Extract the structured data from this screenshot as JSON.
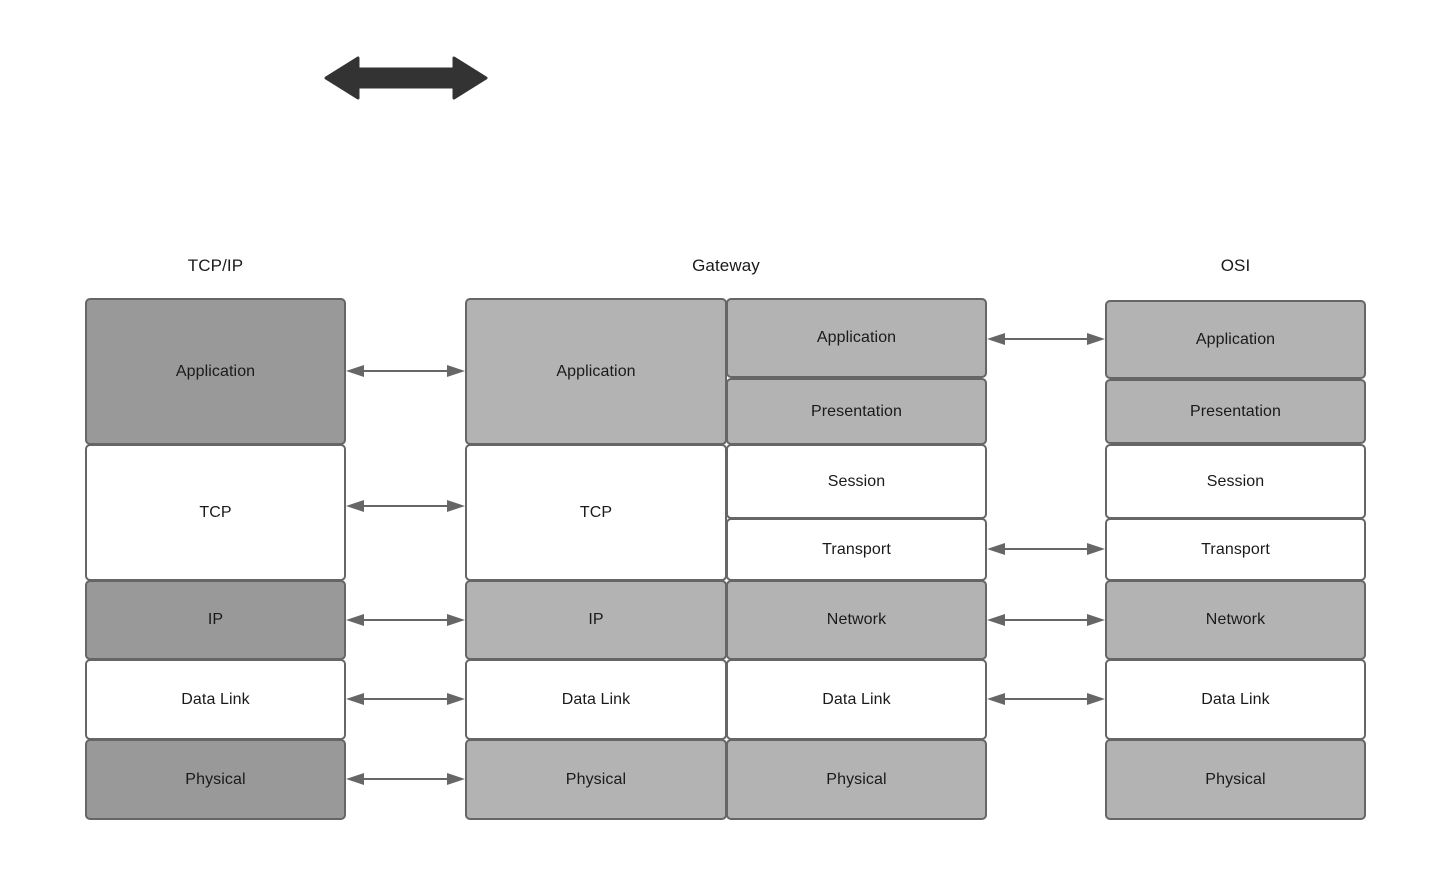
{
  "diagram": {
    "title_top_arrow": "bidirectional-arrow",
    "colors": {
      "dark_gray": "#999999",
      "mid_gray": "#b3b3b3",
      "white": "#ffffff",
      "border": "#666666",
      "arrow_big": "#333333",
      "arrow_thin": "#666666",
      "text": "#1a1a1a"
    },
    "columns": [
      {
        "id": "tcpip",
        "title": "TCP/IP",
        "layers": [
          {
            "label": "Application",
            "fill": "dark"
          },
          {
            "label": "TCP",
            "fill": "white"
          },
          {
            "label": "IP",
            "fill": "dark"
          },
          {
            "label": "Data Link",
            "fill": "white"
          },
          {
            "label": "Physical",
            "fill": "dark"
          }
        ]
      },
      {
        "id": "gateway",
        "title": "Gateway",
        "left_layers": [
          {
            "label": "Application",
            "fill": "mid"
          },
          {
            "label": "TCP",
            "fill": "white"
          },
          {
            "label": "IP",
            "fill": "mid"
          },
          {
            "label": "Data Link",
            "fill": "white"
          },
          {
            "label": "Physical",
            "fill": "mid"
          }
        ],
        "right_layers": [
          {
            "label": "Application",
            "fill": "mid"
          },
          {
            "label": "Presentation",
            "fill": "mid"
          },
          {
            "label": "Session",
            "fill": "white"
          },
          {
            "label": "Transport",
            "fill": "white"
          },
          {
            "label": "Network",
            "fill": "mid"
          },
          {
            "label": "Data Link",
            "fill": "white"
          },
          {
            "label": "Physical",
            "fill": "mid"
          }
        ]
      },
      {
        "id": "osi",
        "title": "OSI",
        "layers": [
          {
            "label": "Application",
            "fill": "mid"
          },
          {
            "label": "Presentation",
            "fill": "mid"
          },
          {
            "label": "Session",
            "fill": "white"
          },
          {
            "label": "Transport",
            "fill": "white"
          },
          {
            "label": "Network",
            "fill": "mid"
          },
          {
            "label": "Data Link",
            "fill": "white"
          },
          {
            "label": "Physical",
            "fill": "mid"
          }
        ]
      }
    ],
    "connectors_left": [
      {
        "between": "tcpip-application / gateway-application"
      },
      {
        "between": "tcpip-tcp / gateway-tcp"
      },
      {
        "between": "tcpip-ip / gateway-ip"
      },
      {
        "between": "tcpip-datalink / gateway-datalink"
      },
      {
        "between": "tcpip-physical / gateway-physical"
      }
    ],
    "connectors_right": [
      {
        "between": "gateway-application / osi-application"
      },
      {
        "between": "gateway-transport / osi-transport"
      },
      {
        "between": "gateway-network / osi-network"
      },
      {
        "between": "gateway-datalink / osi-datalink"
      }
    ]
  }
}
